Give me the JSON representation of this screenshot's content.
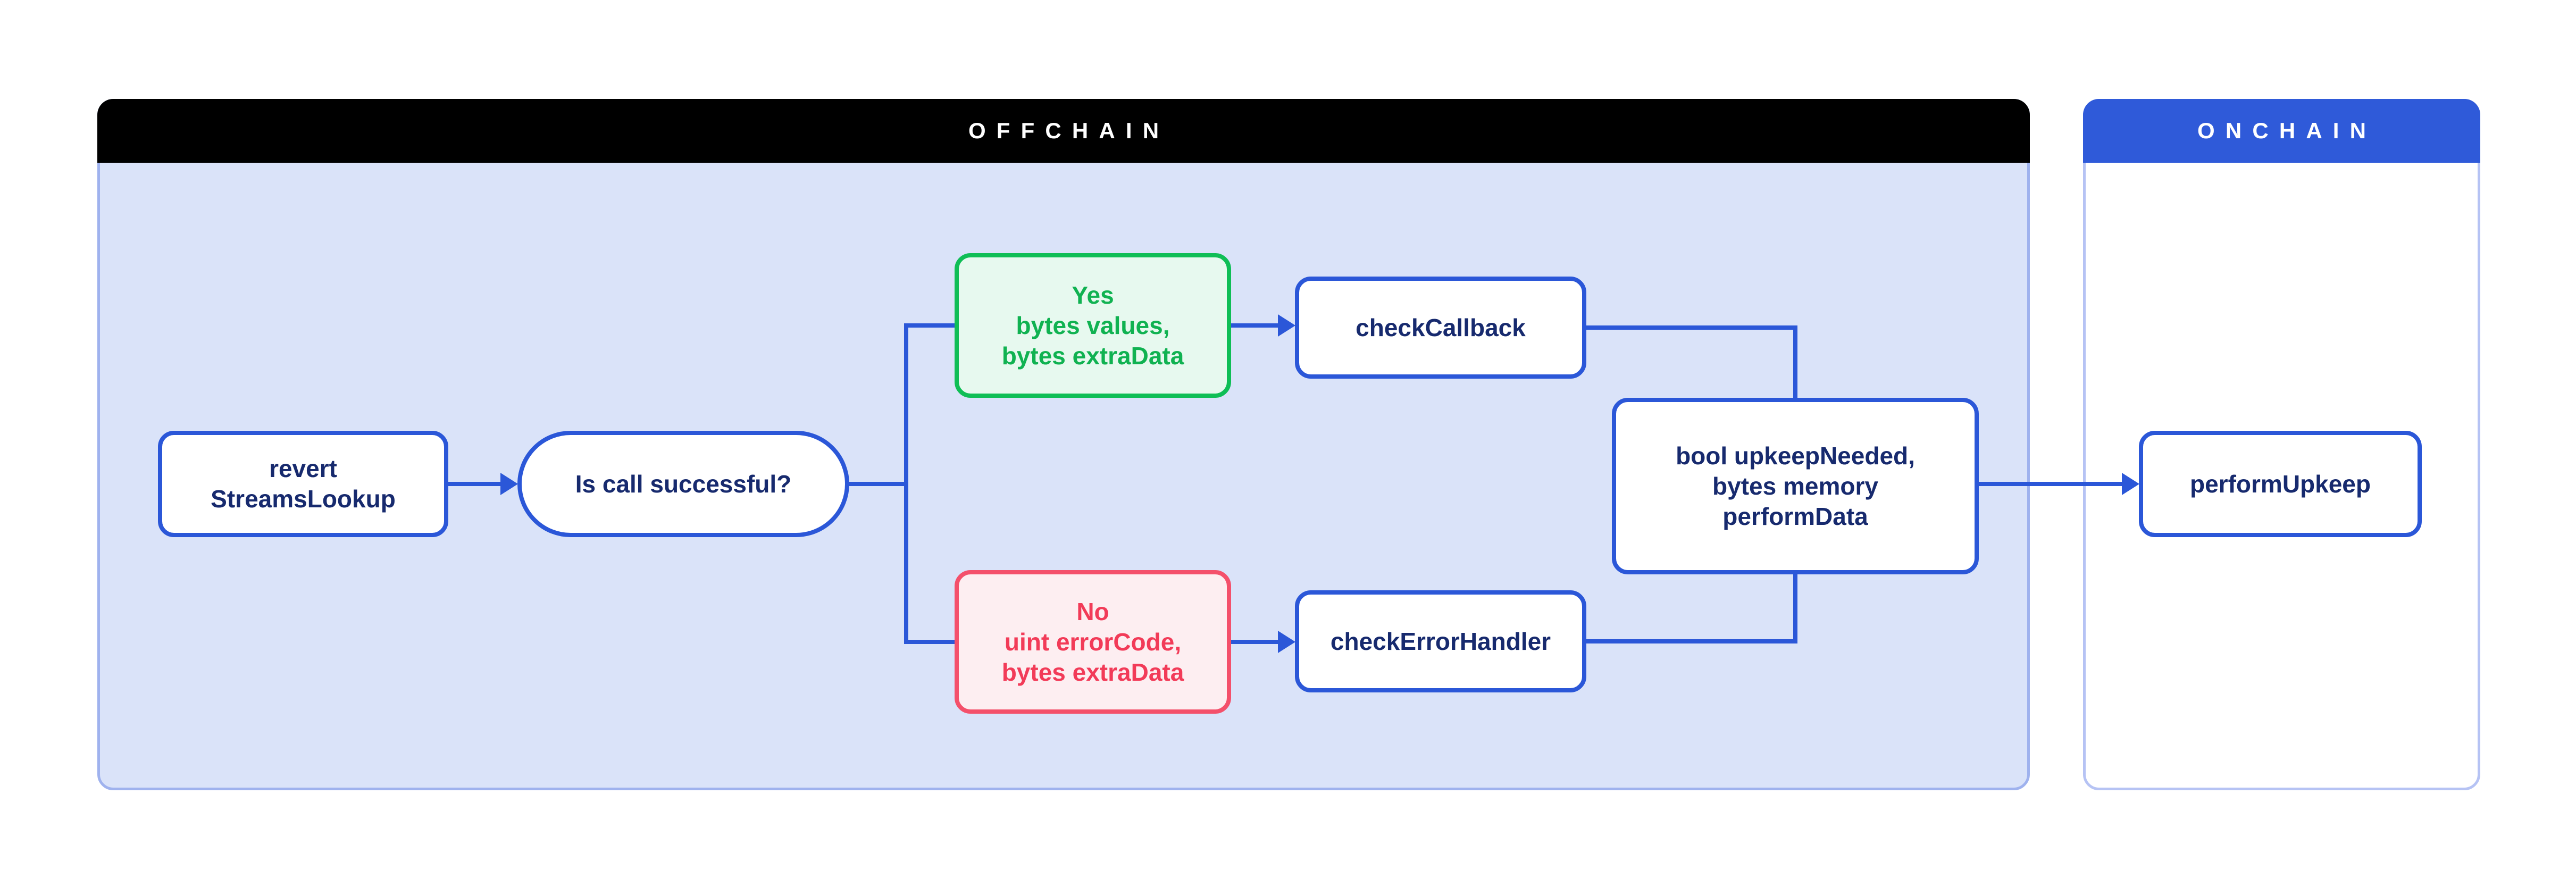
{
  "diagram": {
    "containers": {
      "offchain": {
        "title": "OFFCHAIN"
      },
      "onchain": {
        "title": "ONCHAIN"
      }
    },
    "nodes": {
      "revert": {
        "lines": [
          "revert",
          "StreamsLookup"
        ]
      },
      "question": {
        "lines": [
          "Is call successful?"
        ]
      },
      "yes_branch": {
        "lines": [
          "Yes",
          "bytes values,",
          "bytes extraData"
        ]
      },
      "check_callback": {
        "lines": [
          "checkCallback"
        ]
      },
      "no_branch": {
        "lines": [
          "No",
          "uint errorCode,",
          "bytes extraData"
        ]
      },
      "check_error_handler": {
        "lines": [
          "checkErrorHandler"
        ]
      },
      "upkeep_needed": {
        "lines": [
          "bool upkeepNeeded,",
          "bytes memory",
          "performData"
        ]
      },
      "perform_upkeep": {
        "lines": [
          "performUpkeep"
        ]
      }
    },
    "palette": {
      "line_blue": "#2b57d8",
      "navy_text": "#172a6e",
      "offchain_header_bg": "#000000",
      "offchain_body_bg": "#dae3f9",
      "offchain_border": "#9fb2ee",
      "onchain_header_bg": "#2f5ad9",
      "onchain_border": "#b6c3f4",
      "green_border": "#0fbe56",
      "green_text": "#10b251",
      "green_bg": "#e7f9ef",
      "red_border": "#f4506b",
      "red_text": "#f23b58",
      "red_bg": "#fdeef1"
    }
  }
}
